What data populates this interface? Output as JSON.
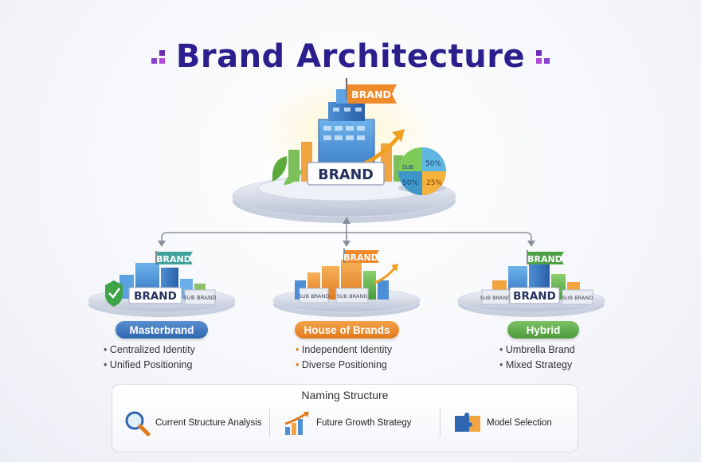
{
  "title": "Brand Architecture",
  "top": {
    "flag": "BRAND",
    "sign": "BRAND",
    "pie_labels": [
      "50%",
      "50%",
      "25%",
      "SUB"
    ]
  },
  "models": [
    {
      "name": "Masterbrand",
      "flag": "BRAND",
      "sign": "BRAND",
      "side_sign": "SUB\nBRAND",
      "bullets": [
        "Centralized Identity",
        "Unified Positioning"
      ],
      "color": "#2f66b0"
    },
    {
      "name": "House of Brands",
      "flag": "BRAND",
      "signs": [
        "SUB BRAND",
        "SUB BRAND"
      ],
      "bullets": [
        "Independent Identity",
        "Diverse Positioning"
      ],
      "color": "#e27a1c"
    },
    {
      "name": "Hybrid",
      "flag": "BRAND",
      "sign": "BRAND",
      "side_signs": [
        "SUB BRAND",
        "SUB BRAND"
      ],
      "bullets": [
        "Umbrella Brand",
        "Mixed Strategy"
      ],
      "color": "#4c9a3c"
    }
  ],
  "naming": {
    "title": "Naming Structure",
    "items": [
      {
        "label": "Current Structure Analysis",
        "icon": "magnifier-icon"
      },
      {
        "label": "Future Growth Strategy",
        "icon": "growth-chart-icon"
      },
      {
        "label": "Model Selection",
        "icon": "puzzle-icon"
      }
    ]
  }
}
